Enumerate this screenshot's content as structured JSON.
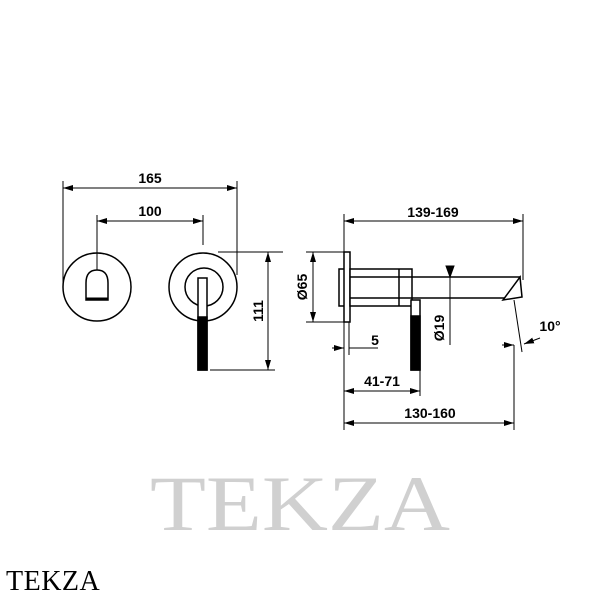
{
  "watermark": "TEKZA",
  "brand": "TEKZA",
  "dimensions": {
    "total_width_front": "165",
    "center_distance": "100",
    "height": "111",
    "projection": "139-169",
    "plate_diameter": "Ø65",
    "spout_diameter": "Ø19",
    "plate_thickness": "5",
    "handle_offset": "41-71",
    "spout_reach": "130-160",
    "angle": "10°"
  }
}
